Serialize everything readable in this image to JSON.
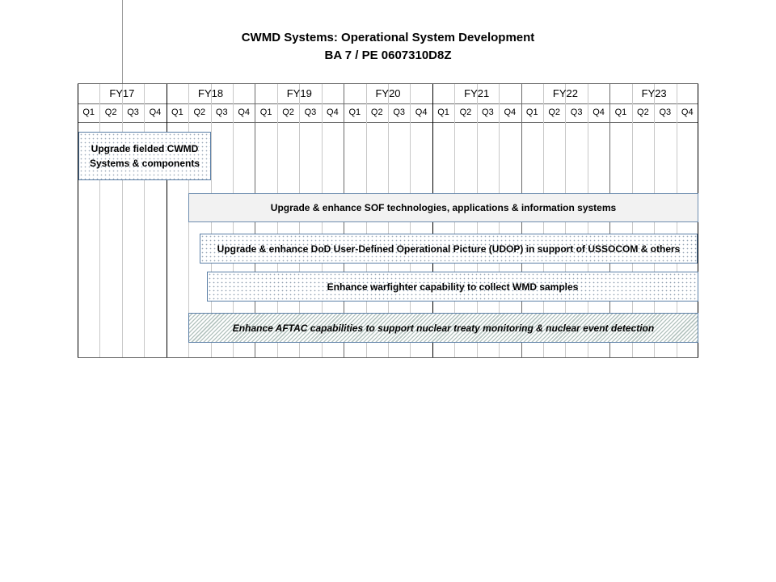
{
  "title": {
    "line1": "CWMD Systems: Operational System Development",
    "line2": "BA 7 / PE 0607310D8Z"
  },
  "years": [
    "FY17",
    "FY18",
    "FY19",
    "FY20",
    "FY21",
    "FY22",
    "FY23"
  ],
  "quarters": [
    "Q1",
    "Q2",
    "Q3",
    "Q4"
  ],
  "tasks": [
    {
      "label": "Upgrade fielded CWMD Systems & components",
      "start": "FY17 Q1",
      "end": "FY18 Q2",
      "fill": "dotted"
    },
    {
      "label": "Upgrade & enhance SOF technologies, applications & information systems",
      "start": "FY18 Q2",
      "end": "FY23 Q4",
      "fill": "solid-gray"
    },
    {
      "label": "Upgrade & enhance DoD User-Defined Operational Picture (UDOP) in support of USSOCOM & others",
      "start": "FY18 Q2",
      "end": "FY23 Q4",
      "fill": "dotted"
    },
    {
      "label": "Enhance warfighter capability to collect WMD samples",
      "start": "FY18 Q3",
      "end": "FY23 Q4",
      "fill": "dotted"
    },
    {
      "label": "Enhance AFTAC capabilities to support nuclear treaty monitoring & nuclear event detection",
      "start": "FY18 Q2",
      "end": "FY23 Q4",
      "fill": "hatched"
    }
  ]
}
